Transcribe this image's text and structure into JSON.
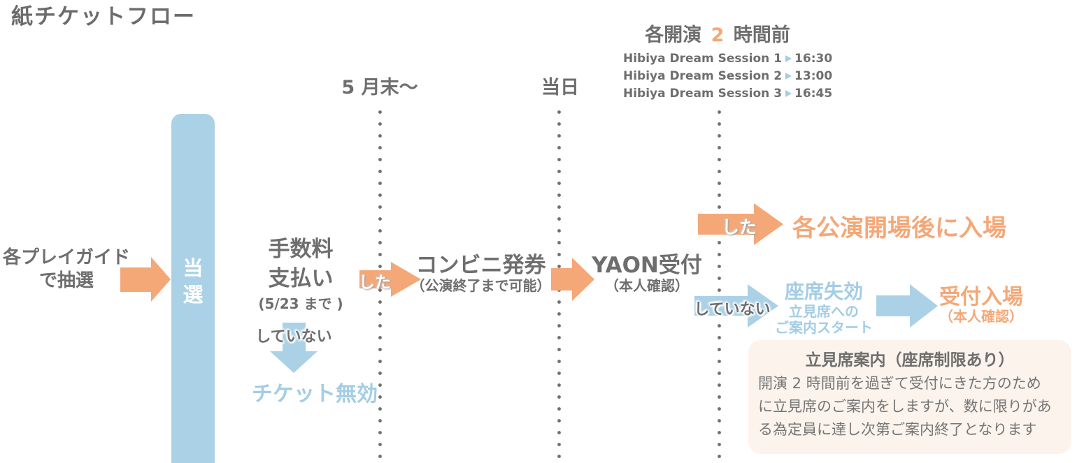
{
  "title": "紙チケットフロー",
  "timeline": {
    "phase_may": "5 月末〜",
    "phase_day": "当日",
    "phase_before": {
      "prefix": "各開演",
      "highlight": "2",
      "suffix": "時間前"
    },
    "sessions": [
      {
        "name": "Hibiya Dream Session 1",
        "time": "16:30"
      },
      {
        "name": "Hibiya Dream Session 2",
        "time": "13:00"
      },
      {
        "name": "Hibiya Dream Session 3",
        "time": "16:45"
      }
    ]
  },
  "flow": {
    "start_line1": "各プレイガイド",
    "start_line2": "で抽選",
    "win": "当選",
    "fee_line1": "手数料",
    "fee_line2": "支払い",
    "fee_note": "(5/23 まで )",
    "label_did": "した",
    "label_not_did": "していない",
    "ticket_invalid": "チケット無効",
    "conbini_title": "コンビニ発券",
    "conbini_note": "（公演終了まで可能）",
    "yaon_title": "YAON受付",
    "yaon_note": "（本人確認）",
    "entry_open": "各公演開場後に入場",
    "seat_lost_title": "座席失効",
    "seat_lost_line1": "立見席への",
    "seat_lost_line2": "ご案内スタート",
    "entry_reception_title": "受付入場",
    "entry_reception_note": "（本人確認）"
  },
  "info_box": {
    "title": "立見席案内（座席制限あり）",
    "line1": "開演 2 時間前を過ぎて受付にきた方のため",
    "line2": "に立見席のご案内をしますが、数に限りがあ",
    "line3": "る為定員に達し次第ご案内終了となります"
  },
  "colors": {
    "orange": "#F4A877",
    "blue": "#ABD1E7",
    "gray_text": "#6E6E6E",
    "blue_text": "#A3CDE5",
    "info_box_bg": "#FBF3EC"
  }
}
